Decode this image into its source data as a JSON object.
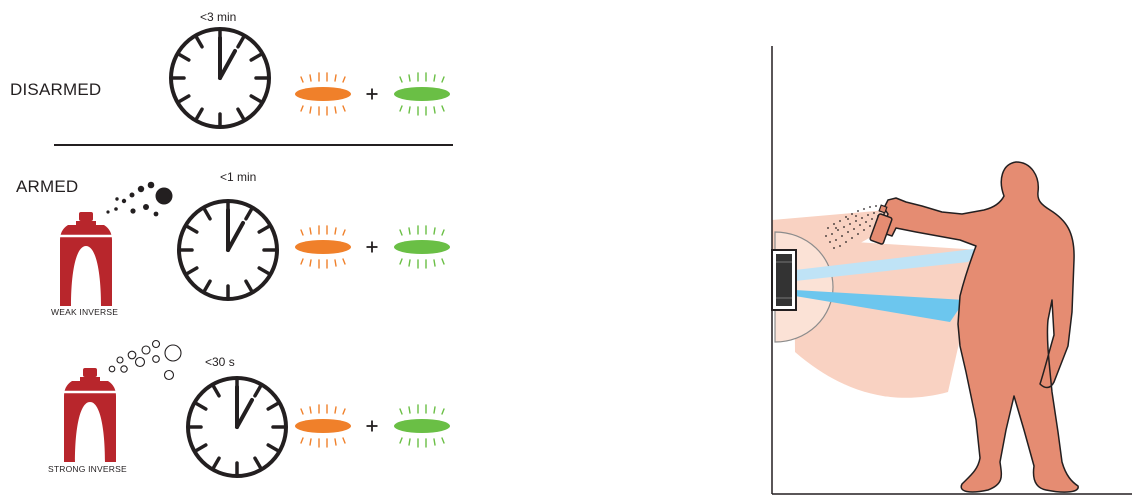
{
  "states": {
    "disarmed": {
      "label": "DISARMED",
      "time": "<3 min"
    },
    "armed": {
      "label": "ARMED",
      "time": "<1 min",
      "spray_caption": "WEAK INVERSE"
    },
    "strong": {
      "time": "<30 s",
      "spray_caption": "STRONG INVERSE"
    }
  },
  "indicator": {
    "plus": "+",
    "led_colors": [
      "orange",
      "green"
    ]
  },
  "colors": {
    "orange_led": "#f0802a",
    "green_led": "#6abf45",
    "spray_can": "#b8262c",
    "person": "#e58c72",
    "spray_cone": "#f9d2c2",
    "beam_light": "#bfe3f6",
    "beam_dark": "#6cc6ee",
    "outline": "#231f20"
  },
  "icons": [
    "clock-icon",
    "spray-can-icon",
    "spray-particles-icon",
    "person-silhouette-icon",
    "wall-sensor-icon"
  ]
}
